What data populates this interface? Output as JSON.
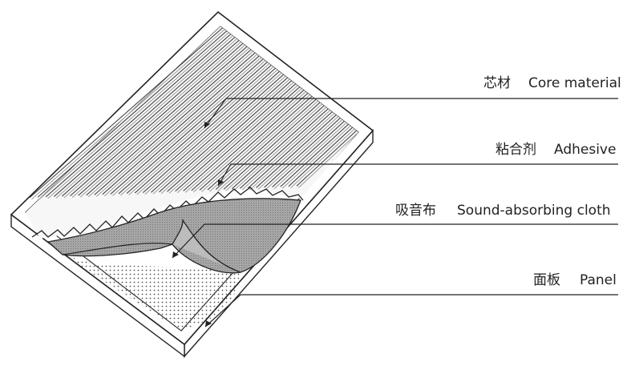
{
  "labels": {
    "core": {
      "zh": "芯材",
      "en": "Core material"
    },
    "adhesive": {
      "zh": "粘合剂",
      "en": "Adhesive"
    },
    "cloth": {
      "zh": "吸音布",
      "en": "Sound-absorbing cloth"
    },
    "panel": {
      "zh": "面板",
      "en": "Panel"
    }
  },
  "colors": {
    "line": "#222222",
    "cloth": "#a6a6a6",
    "panel_face": "#ffffff",
    "dots": "#555555",
    "core": "#f4f4f4"
  }
}
